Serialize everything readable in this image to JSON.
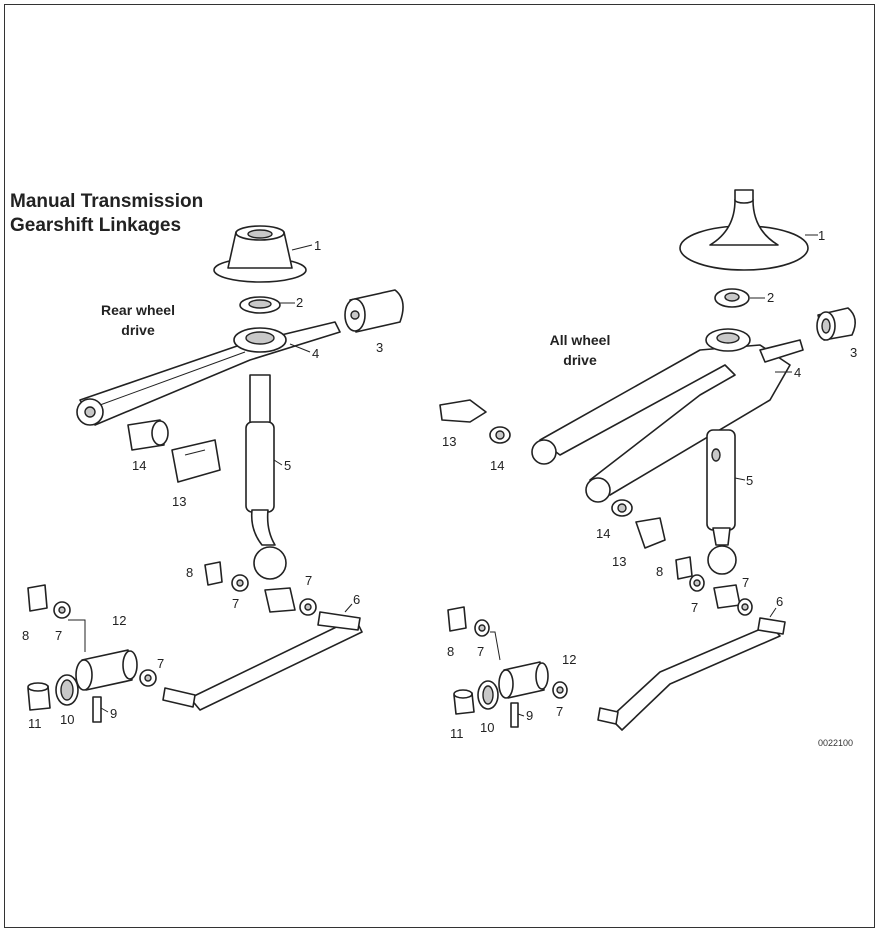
{
  "title_lines": [
    "Manual Transmission",
    "Gearshift Linkages"
  ],
  "left_label_lines": [
    "Rear wheel",
    "drive"
  ],
  "right_label_lines": [
    "All wheel",
    "drive"
  ],
  "figure_code": "0022100",
  "left_callouts": [
    "1",
    "2",
    "3",
    "4",
    "5",
    "6",
    "7",
    "7",
    "7",
    "7",
    "8",
    "8",
    "9",
    "10",
    "11",
    "12",
    "13",
    "14"
  ],
  "right_callouts": [
    "1",
    "2",
    "3",
    "4",
    "5",
    "6",
    "7",
    "7",
    "7",
    "7",
    "8",
    "8",
    "9",
    "10",
    "11",
    "12",
    "13",
    "13",
    "14",
    "14"
  ]
}
